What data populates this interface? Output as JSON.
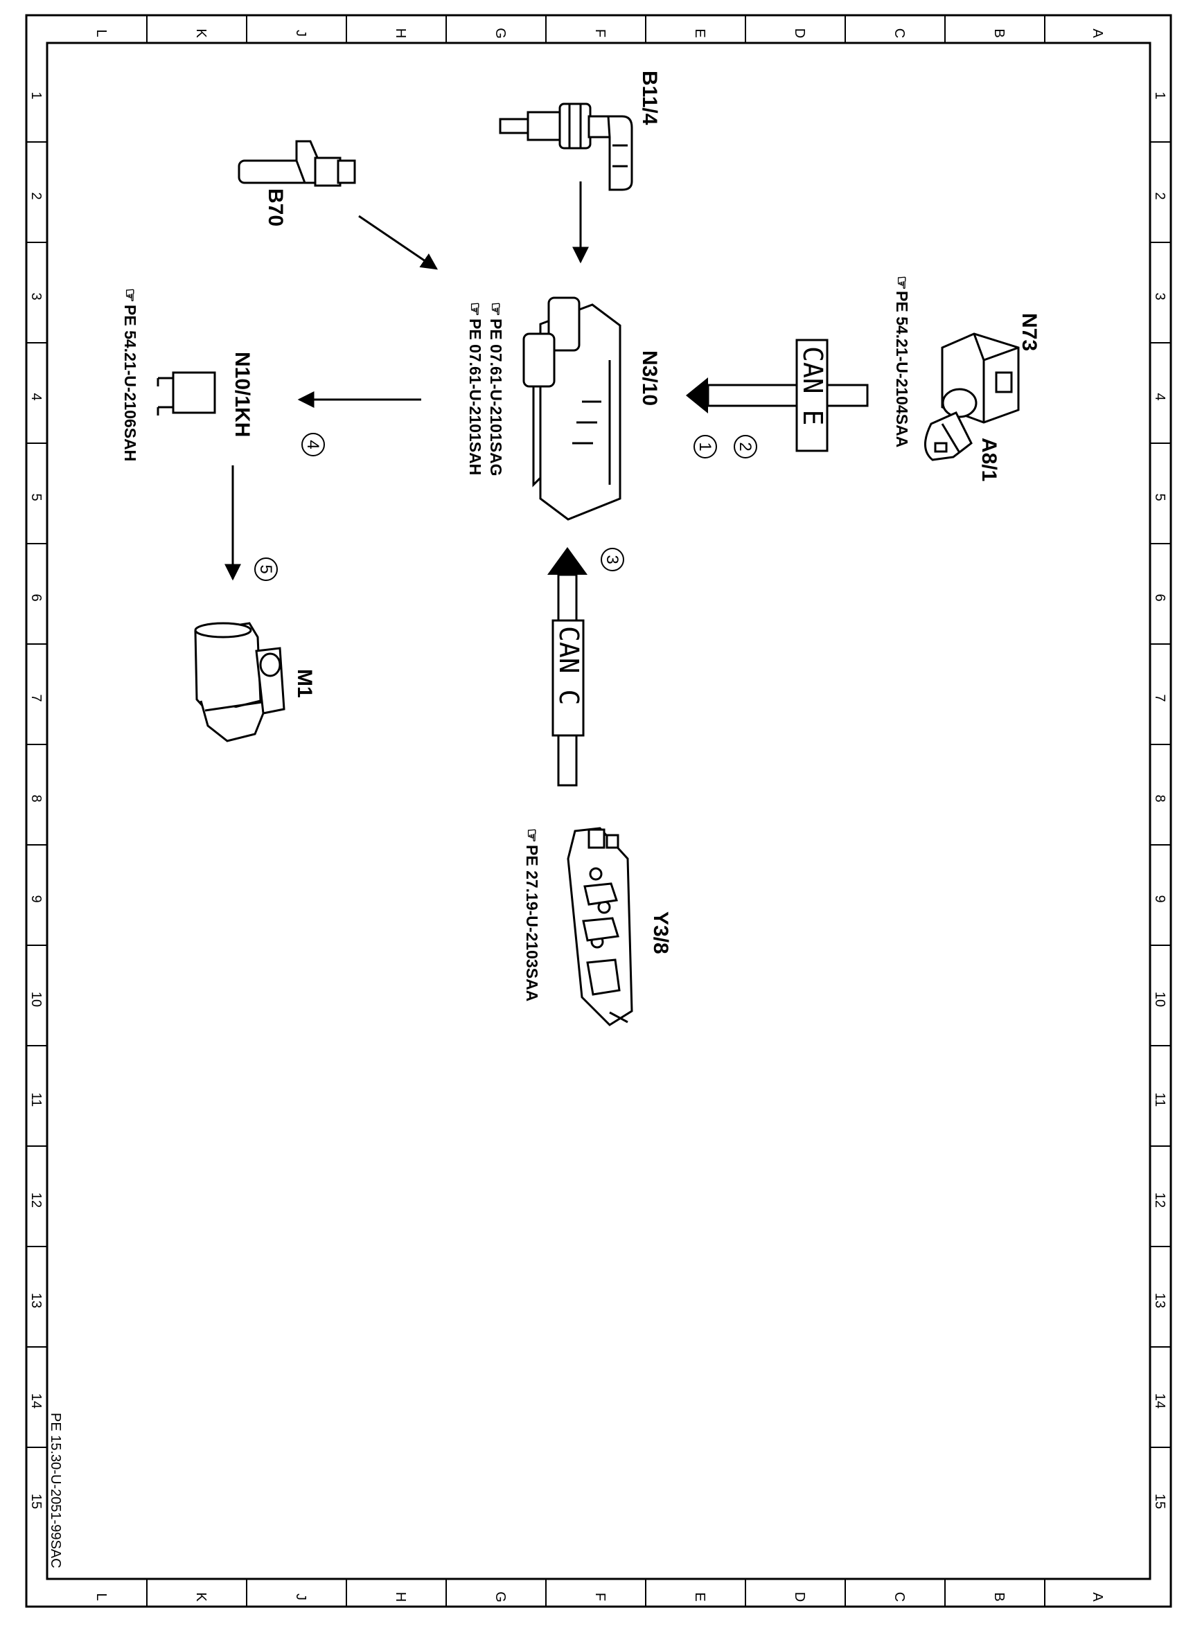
{
  "grid": {
    "letters": [
      "L",
      "K",
      "J",
      "H",
      "G",
      "F",
      "E",
      "D",
      "C",
      "B",
      "A"
    ],
    "numbers": [
      "1",
      "2",
      "3",
      "4",
      "5",
      "6",
      "7",
      "8",
      "9",
      "10",
      "11",
      "12",
      "13",
      "14",
      "15"
    ]
  },
  "components": {
    "b11_4": "B11/4",
    "b70": "B70",
    "n73": "N73",
    "a8_1": "A8/1",
    "n3_10": "N3/10",
    "n10_1kh": "N10/1KH",
    "m1": "M1",
    "y3_8": "Y3/8"
  },
  "refs": {
    "n73_ref": "PE 54.21-U-2104SAA",
    "n3_10_ref_1": "PE 07.61-U-2101SAG",
    "n3_10_ref_2": "PE 07.61-U-2101SAH",
    "n10_ref": "PE 54.21-U-2106SAH",
    "y3_8_ref": "PE 27.19-U-2103SAA"
  },
  "buses": {
    "can_e": "CAN E",
    "can_c": "CAN C"
  },
  "steps": [
    "1",
    "2",
    "3",
    "4",
    "5"
  ],
  "document_ref": "PE 15.30-U-2051-99SAC"
}
